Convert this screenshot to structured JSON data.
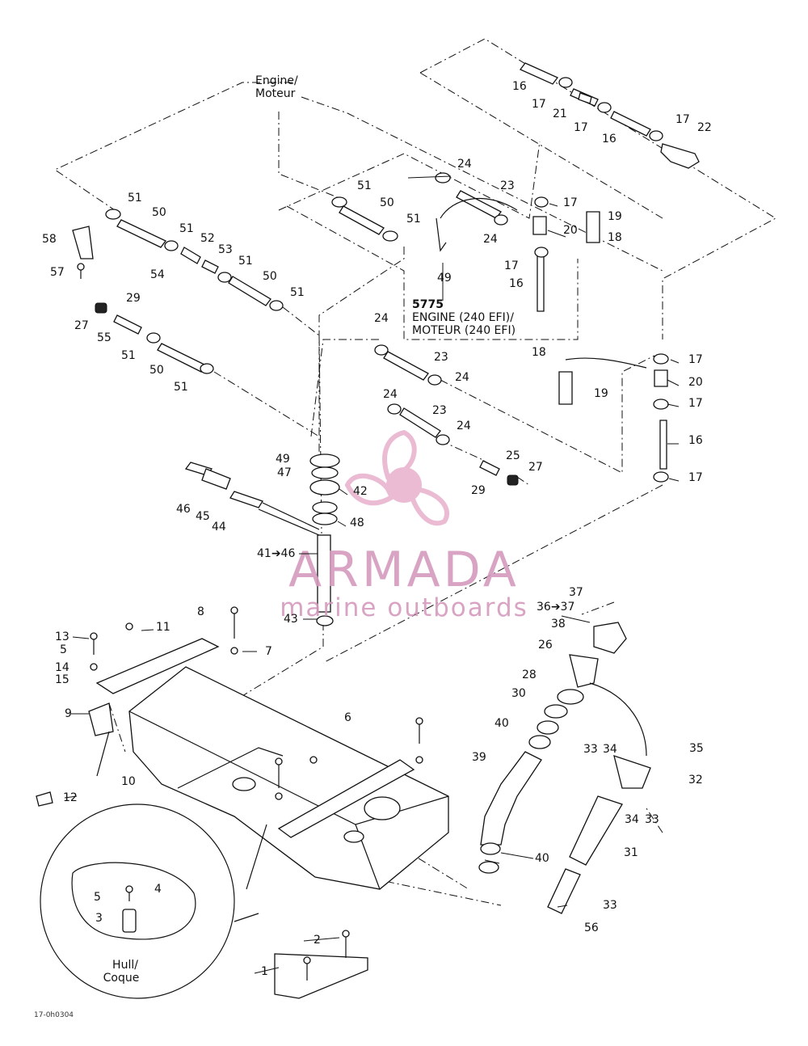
{
  "labels": {
    "engine_top": [
      "Engine/",
      "Moteur"
    ],
    "engine_note": [
      "5775",
      "ENGINE (240 EFI)/",
      "MOTEUR (240 EFI)"
    ],
    "hull": [
      "Hull/",
      "Coque"
    ],
    "drawing_code": "17-0h0304"
  },
  "watermark": {
    "brand": "ARMADA",
    "tagline": "marine outboards",
    "color": "#d59bbe"
  },
  "callouts": [
    "16",
    "17",
    "21",
    "17",
    "16",
    "17",
    "22",
    "24",
    "23",
    "17",
    "19",
    "24",
    "20",
    "18",
    "17",
    "16",
    "49",
    "51",
    "50",
    "51",
    "51",
    "50",
    "51",
    "58",
    "57",
    "52",
    "53",
    "54",
    "51",
    "50",
    "51",
    "29",
    "27",
    "55",
    "51",
    "50",
    "51",
    "24",
    "23",
    "24",
    "24",
    "23",
    "24",
    "17",
    "18",
    "20",
    "19",
    "17",
    "16",
    "17",
    "25",
    "27",
    "29",
    "49",
    "47",
    "42",
    "48",
    "46",
    "45",
    "44",
    "41➔46",
    "43",
    "8",
    "11",
    "13",
    "5",
    "14",
    "15",
    "7",
    "9",
    "12",
    "10",
    "6",
    "37",
    "36➔37",
    "38",
    "26",
    "28",
    "30",
    "40",
    "39",
    "33",
    "34",
    "35",
    "32",
    "34",
    "33",
    "31",
    "40",
    "33",
    "56",
    "4",
    "5",
    "3",
    "2",
    "1"
  ]
}
